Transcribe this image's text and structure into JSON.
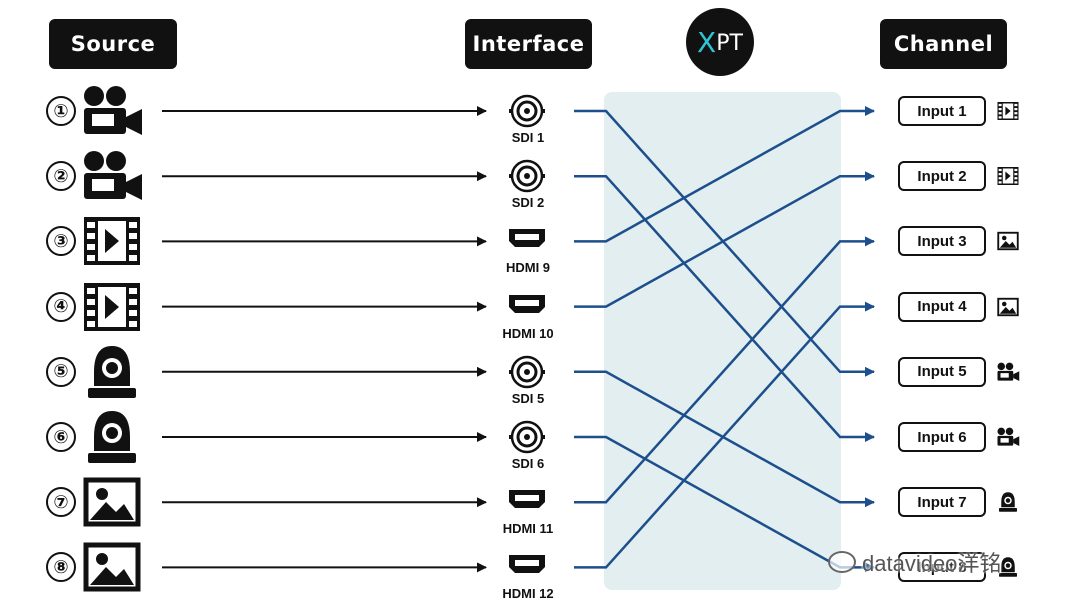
{
  "headers": {
    "source": "Source",
    "interface": "Interface",
    "channel": "Channel"
  },
  "logo": {
    "x": "X",
    "pt": "PT"
  },
  "sources": [
    {
      "number": "①",
      "type": "camcorder-icon"
    },
    {
      "number": "②",
      "type": "camcorder-icon"
    },
    {
      "number": "③",
      "type": "video-file-icon"
    },
    {
      "number": "④",
      "type": "video-file-icon"
    },
    {
      "number": "⑤",
      "type": "ptz-camera-icon"
    },
    {
      "number": "⑥",
      "type": "ptz-camera-icon"
    },
    {
      "number": "⑦",
      "type": "image-icon"
    },
    {
      "number": "⑧",
      "type": "image-icon"
    }
  ],
  "interfaces": [
    {
      "label": "SDI 1",
      "kind": "sdi"
    },
    {
      "label": "SDI 2",
      "kind": "sdi"
    },
    {
      "label": "HDMI 9",
      "kind": "hdmi"
    },
    {
      "label": "HDMI 10",
      "kind": "hdmi"
    },
    {
      "label": "SDI 5",
      "kind": "sdi"
    },
    {
      "label": "SDI 6",
      "kind": "sdi"
    },
    {
      "label": "HDMI 11",
      "kind": "hdmi"
    },
    {
      "label": "HDMI 12",
      "kind": "hdmi"
    }
  ],
  "channels": [
    {
      "label": "Input 1",
      "icon": "video-file-icon"
    },
    {
      "label": "Input 2",
      "icon": "video-file-icon"
    },
    {
      "label": "Input 3",
      "icon": "image-icon"
    },
    {
      "label": "Input 4",
      "icon": "image-icon"
    },
    {
      "label": "Input 5",
      "icon": "camcorder-icon"
    },
    {
      "label": "Input 6",
      "icon": "camcorder-icon"
    },
    {
      "label": "Input 7",
      "icon": "ptz-camera-icon"
    },
    {
      "label": "Input 8",
      "icon": "ptz-camera-icon"
    }
  ],
  "routing": [
    {
      "from_interface": 0,
      "to_channel": 4
    },
    {
      "from_interface": 1,
      "to_channel": 5
    },
    {
      "from_interface": 2,
      "to_channel": 0
    },
    {
      "from_interface": 3,
      "to_channel": 1
    },
    {
      "from_interface": 4,
      "to_channel": 6
    },
    {
      "from_interface": 5,
      "to_channel": 7
    },
    {
      "from_interface": 6,
      "to_channel": 2
    },
    {
      "from_interface": 7,
      "to_channel": 3
    }
  ],
  "colors": {
    "wire": "#1c4f8c",
    "arrow": "#111111",
    "matrix": "#e3eef0"
  },
  "watermark": {
    "text": "datavideo洋铭"
  }
}
